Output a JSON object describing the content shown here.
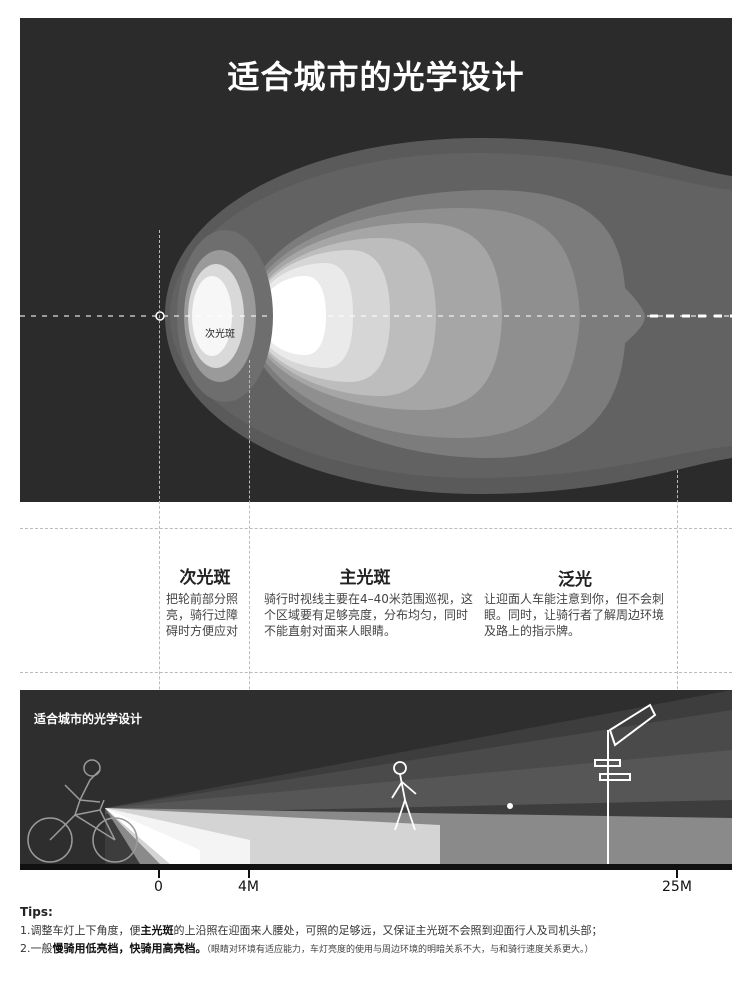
{
  "header": {
    "title": "适合城市的光学设计"
  },
  "beam_diagram": {
    "secondary_spot_label": "次光斑"
  },
  "sections": [
    {
      "title": "次光斑",
      "text": "把轮前部分照亮，骑行过障碍时方便应对"
    },
    {
      "title": "主光斑",
      "text": "骑行时视线主要在4–40米范围巡视，这个区域要有足够亮度，分布均匀，同时不能直射对面来人眼睛。"
    },
    {
      "title": "泛光",
      "text": "让迎面人车能注意到你，但不会刺眼。同时，让骑行者了解周边环境及路上的指示牌。"
    }
  ],
  "scene": {
    "title": "适合城市的光学设计"
  },
  "distances": {
    "d0": "0",
    "d1": "4M",
    "d2": "25M"
  },
  "tips": {
    "heading": "Tips:",
    "tip1_a": "1.调整车灯上下角度，便",
    "tip1_b": "主光斑",
    "tip1_c": "的上沿照在迎面来人腰处，可照的足够远，又保证主光斑不会照到迎面行人及司机头部；",
    "tip2_a": "2.一般",
    "tip2_b": "慢骑用低亮档，快骑用高亮档。",
    "tip2_c": "（眼睛对环境有适应能力，车灯亮度的使用与周边环境的明暗关系不大，与和骑行速度关系更大。）"
  },
  "colors": {
    "panel_dark": "#2b2b2b",
    "beam_light": "#ffffff",
    "text_dark": "#222222"
  }
}
